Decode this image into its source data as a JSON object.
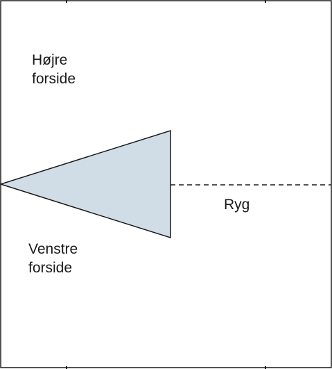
{
  "labels": {
    "right_front": [
      "Højre",
      "forside"
    ],
    "left_front": [
      "Venstre",
      "forside"
    ],
    "back": "Ryg"
  },
  "colors": {
    "outline": "#1a1a1a",
    "wedge_fill": "#d1dde6",
    "background": "#ffffff"
  }
}
